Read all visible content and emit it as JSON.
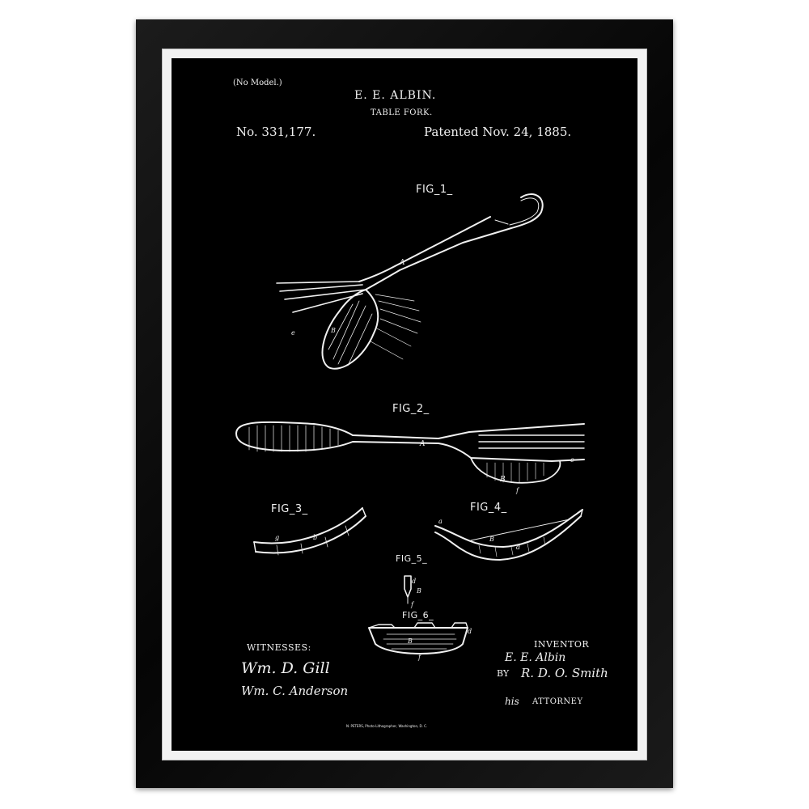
{
  "patent": {
    "model_note": "(No Model.)",
    "inventor_name": "E. E. ALBIN.",
    "title": "TABLE FORK.",
    "number": "No. 331,177.",
    "date": "Patented Nov. 24, 1885."
  },
  "figures": {
    "fig1": "FIG_1_",
    "fig2": "FIG_2_",
    "fig3": "FIG_3_",
    "fig4": "FIG_4_",
    "fig5": "FIG_5_",
    "fig6": "FIG_6_"
  },
  "reference_letters": {
    "a": "a",
    "A": "A",
    "B": "B",
    "b": "b",
    "c": "c",
    "d": "d",
    "e": "e",
    "f": "f",
    "g": "g"
  },
  "witnesses": {
    "heading": "WITNESSES:",
    "witness_1": "Wm. D. Gill",
    "witness_2": "Wm. C. Anderson"
  },
  "inventor_block": {
    "heading": "INVENTOR",
    "signature": "E. E. Albin",
    "by_label": "BY",
    "attorney_signature": "R. D. O. Smith",
    "his_label": "his",
    "attorney_label": "ATTORNEY"
  },
  "lithographer": "N. PETERS, Photo-Lithographer, Washington, D. C.",
  "colors": {
    "frame": "#0b0b0b",
    "mat": "#f2f2f2",
    "background": "#000000",
    "ink": "#f0f0f0"
  }
}
